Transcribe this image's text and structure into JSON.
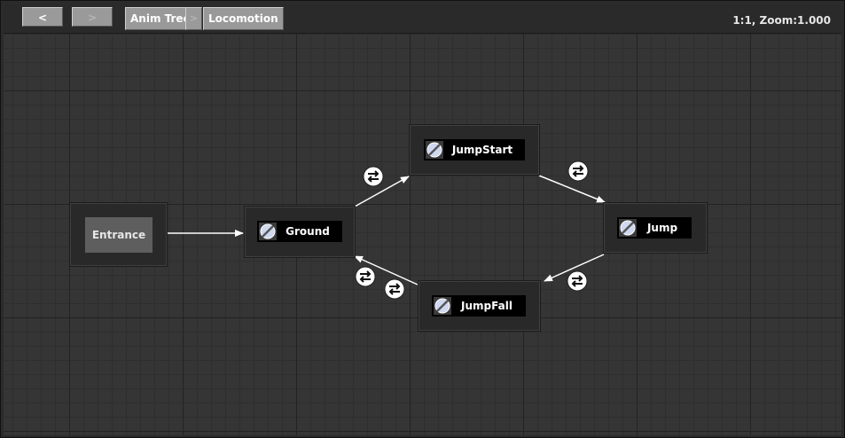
{
  "toolbar": {
    "back_label": "<",
    "forward_label": ">",
    "breadcrumb": [
      "Anim Tree",
      "Locomotion"
    ],
    "breadcrumb_separator": ">",
    "zoom_text": "1:1, Zoom:1.000"
  },
  "graph": {
    "entrance_label": "Entrance",
    "states": {
      "ground": "Ground",
      "jump_start": "JumpStart",
      "jump": "Jump",
      "jump_fall": "JumpFall"
    },
    "transition_icon": "transition-swap-icon",
    "state_icon": "animation-state-icon"
  },
  "colors": {
    "canvas": "#353535",
    "node": "#292929",
    "node_label_bg": "#000000",
    "edge": "#ffffff",
    "toolbar_button": "#9a9a9a"
  }
}
